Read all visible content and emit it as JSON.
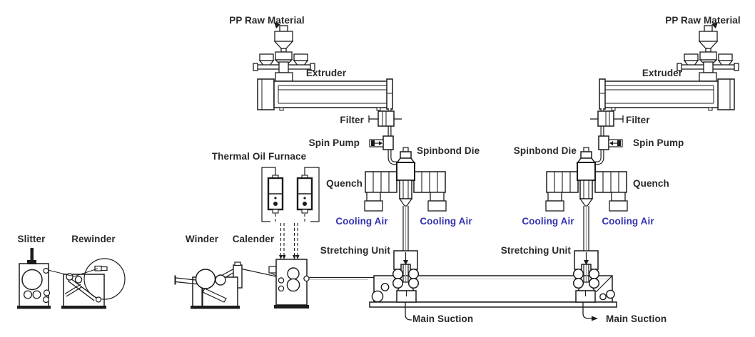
{
  "labels": {
    "pp_raw_material": "PP Raw Material",
    "extruder": "Extruder",
    "filter": "Filter",
    "spin_pump": "Spin Pump",
    "spinbond_die": "Spinbond Die",
    "quench": "Quench",
    "cooling_air": "Cooling Air",
    "thermal_oil_furnace": "Thermal Oil Furnace",
    "stretching_unit": "Stretching Unit",
    "main_suction": "Main Suction",
    "winder": "Winder",
    "calender": "Calender",
    "slitter": "Slitter",
    "rewinder": "Rewinder"
  },
  "colors": {
    "ink": "#1c1c1c",
    "label_text": "#2b2828",
    "cooling_air_text": "#3434ae",
    "background": "#ffffff"
  }
}
